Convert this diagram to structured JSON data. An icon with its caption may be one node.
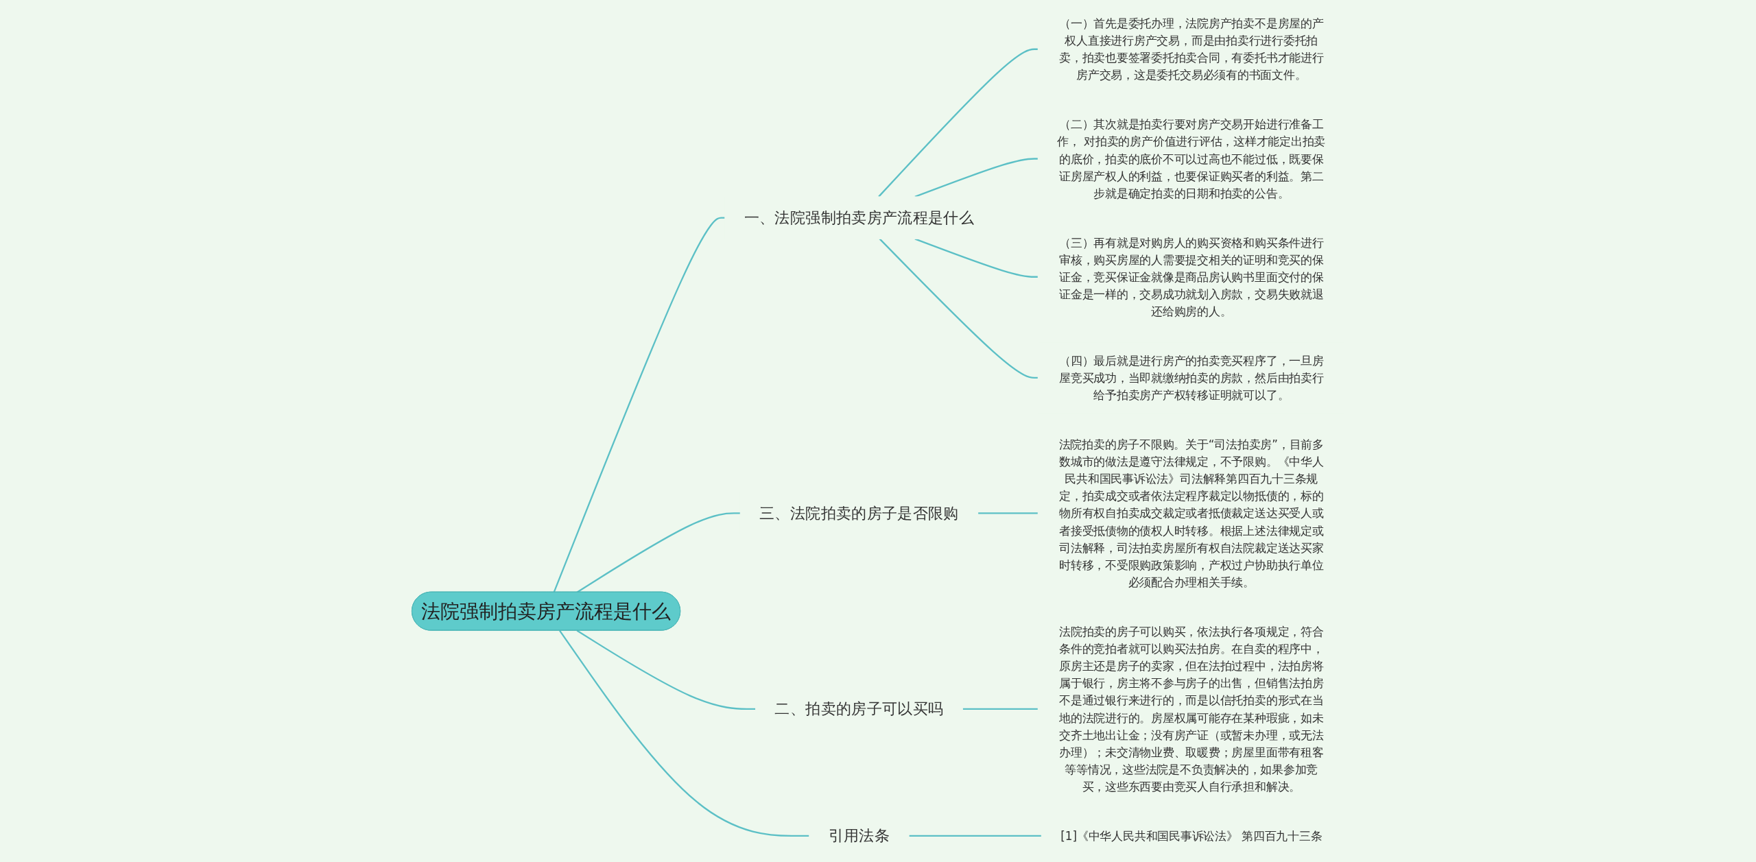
{
  "diagram": {
    "nodes": [
      {
        "text": [
          "法院强制拍卖房产流程是什么"
        ]
      },
      {
        "text": [
          "一、法院强制拍卖房产流程是什么"
        ]
      },
      {
        "text": [
          "（一）首先是委托办理，法院房产拍卖不是房屋的产权人直接进行房产交易，而是由拍卖行进行委托拍卖，拍卖也要签署委托拍卖合同，有委托书才能进行房产交易，这是委托交易必须有的书面文件。"
        ]
      },
      {
        "text": [
          "（二）其次就是拍卖行要对房产交易开始进行准备工作， 对拍卖的房产价值进行评估，这样才能定出拍卖的底价，拍卖的底价不可以过高也不能过低，既要保证房屋产权人的利益，也要保证购买者的利益。第二步就是确定拍卖的日期和拍卖的公告。"
        ]
      },
      {
        "text": [
          "（三）再有就是对购房人的购买资格和购买条件进行审核，购买房屋的人需要提交相关的证明和竞买的保证金，竞买保证金就像是商品房认购书里面交付的保证金是一样的，交易成功就划入房款，交易失败就退还给购房的人。"
        ]
      },
      {
        "text": [
          "（四）最后就是进行房产的拍卖竞买程序了，一旦房屋竞买成功，当即就缴纳拍卖的房款，然后由拍卖行给予拍卖房产产权转移证明就可以了。"
        ]
      },
      {
        "text": [
          "三、法院拍卖的房子是否限购"
        ]
      },
      {
        "text": [
          "法院拍卖的房子不限购。关于“司法拍卖房”，目前多数城市的做法是遵守法律规定，不予限购。《中华人民共和国民事诉讼法》司法解释第四百九十三条规定，拍卖成交或者依法定程序裁定以物抵债的，标的物所有权自拍卖成交裁定或者抵债裁定送达买受人或者接受抵债物的债权人时转移。根据上述法律规定或司法解释，司法拍卖房屋所有权自法院裁定送达买家时转移，不受限购政策影响，产权过户协助执行单位必须配合办理相关手续。"
        ]
      },
      {
        "text": [
          "二、拍卖的房子可以买吗"
        ]
      },
      {
        "text": [
          "法院拍卖的房子可以购买，依法执行各项规定，符合条件的竞拍者就可以购买法拍房。在自卖的程序中，原房主还是房子的卖家，但在法拍过程中，法拍房将属于银行，房主将不参与房子的出售，但销售法拍房不是通过银行来进行的，而是以信托拍卖的形式在当地的法院进行的。房屋权属可能存在某种瑕疵，如未交齐土地出让金；没有房产证（或暂未办理，或无法办理）；未交清物业费、取暖费；房屋里面带有租客等等情况，这些法院是不负责解决的，如果参加竞买，这些东西要由竞买人自行承担和解决。"
        ]
      },
      {
        "text": [
          "引用法条"
        ]
      },
      {
        "text": [
          "[1]《中华人民共和国民事诉讼法》 第四百九十三条"
        ]
      }
    ],
    "edges": [
      {
        "from": 0,
        "to": 1,
        "arrow": "none"
      },
      {
        "from": 1,
        "to": 2,
        "arrow": "none"
      },
      {
        "from": 1,
        "to": 3,
        "arrow": "none"
      },
      {
        "from": 1,
        "to": 4,
        "arrow": "none"
      },
      {
        "from": 1,
        "to": 5,
        "arrow": "none"
      },
      {
        "from": 0,
        "to": 6,
        "arrow": "none"
      },
      {
        "from": 6,
        "to": 7,
        "arrow": "none"
      },
      {
        "from": 0,
        "to": 8,
        "arrow": "none"
      },
      {
        "from": 8,
        "to": 9,
        "arrow": "none"
      },
      {
        "from": 0,
        "to": 10,
        "arrow": "none"
      },
      {
        "from": 10,
        "to": 11,
        "arrow": "none"
      }
    ]
  }
}
